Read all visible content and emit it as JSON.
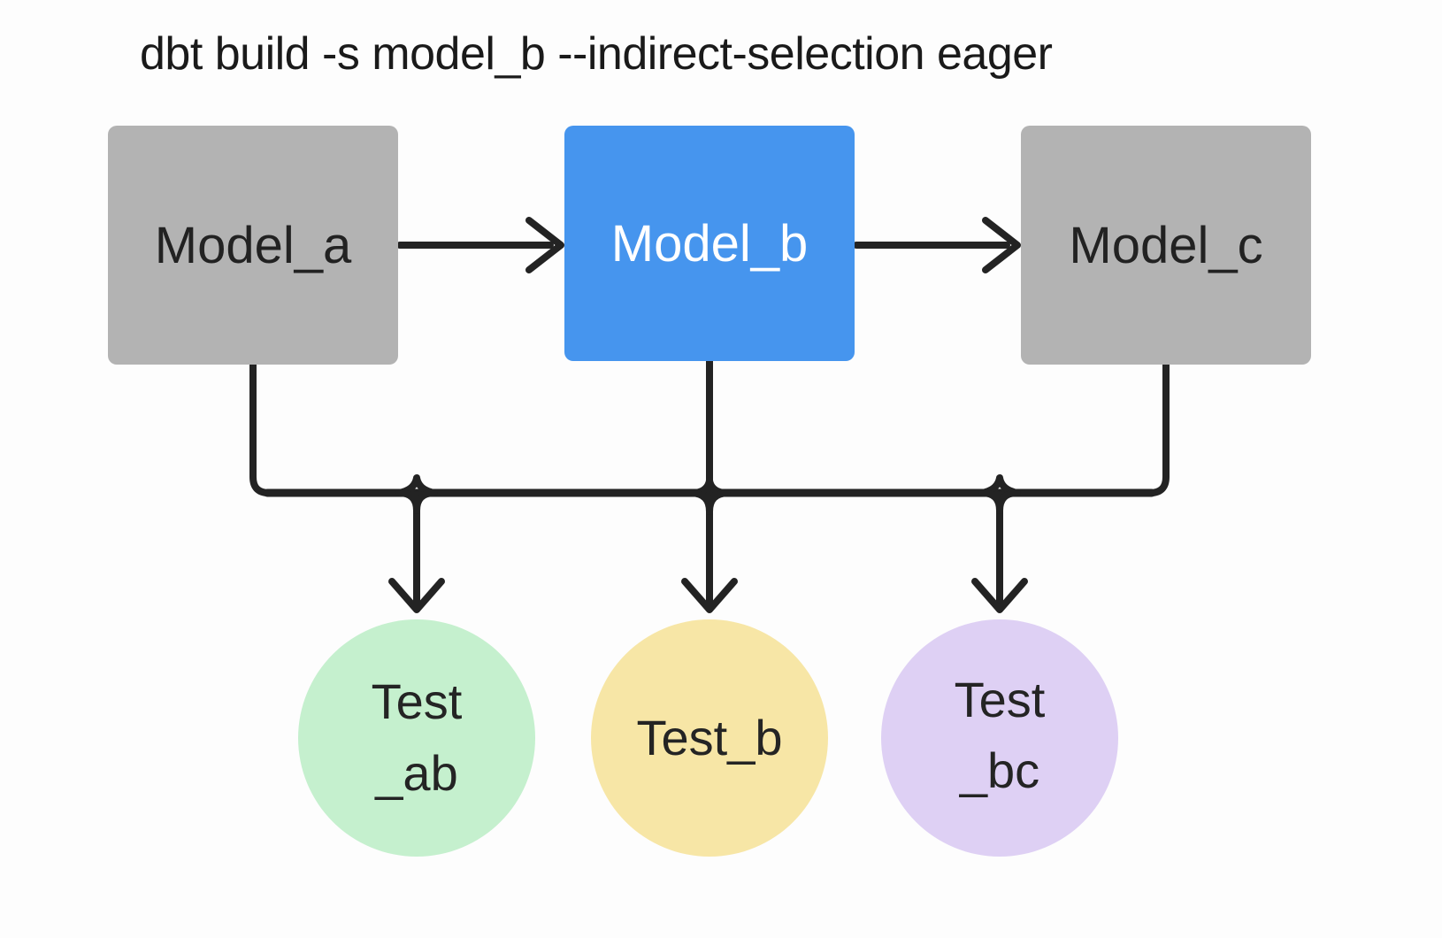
{
  "diagram": {
    "title": "dbt build -s model_b --indirect-selection eager",
    "colors": {
      "background": "#fdfdfd",
      "line": "#232323",
      "title_text": "#1a1a1a"
    },
    "nodes": {
      "model_a": {
        "label": "Model_a",
        "kind": "model",
        "fill": "#b3b3b3",
        "text_color": "#222222"
      },
      "model_b": {
        "label": "Model_b",
        "kind": "model",
        "state": "selected",
        "fill": "#4695ee",
        "text_color": "#ffffff"
      },
      "model_c": {
        "label": "Model_c",
        "kind": "model",
        "fill": "#b3b3b3",
        "text_color": "#222222"
      },
      "test_ab": {
        "line1": "Test",
        "line2": "_ab",
        "kind": "test",
        "fill": "#c5f0ce",
        "text_color": "#242424"
      },
      "test_b": {
        "label": "Test_b",
        "kind": "test",
        "fill": "#f7e6a6",
        "text_color": "#242424"
      },
      "test_bc": {
        "line1": "Test",
        "line2": "_bc",
        "kind": "test",
        "fill": "#ded0f4",
        "text_color": "#242424"
      }
    },
    "connections": {
      "model_chain": [
        {
          "from": "model_a",
          "to": "model_b"
        },
        {
          "from": "model_b",
          "to": "model_c"
        }
      ],
      "test_bus": {
        "sources": [
          "model_a",
          "model_b",
          "model_c"
        ],
        "targets": [
          "test_ab",
          "test_b",
          "test_bc"
        ]
      }
    }
  }
}
